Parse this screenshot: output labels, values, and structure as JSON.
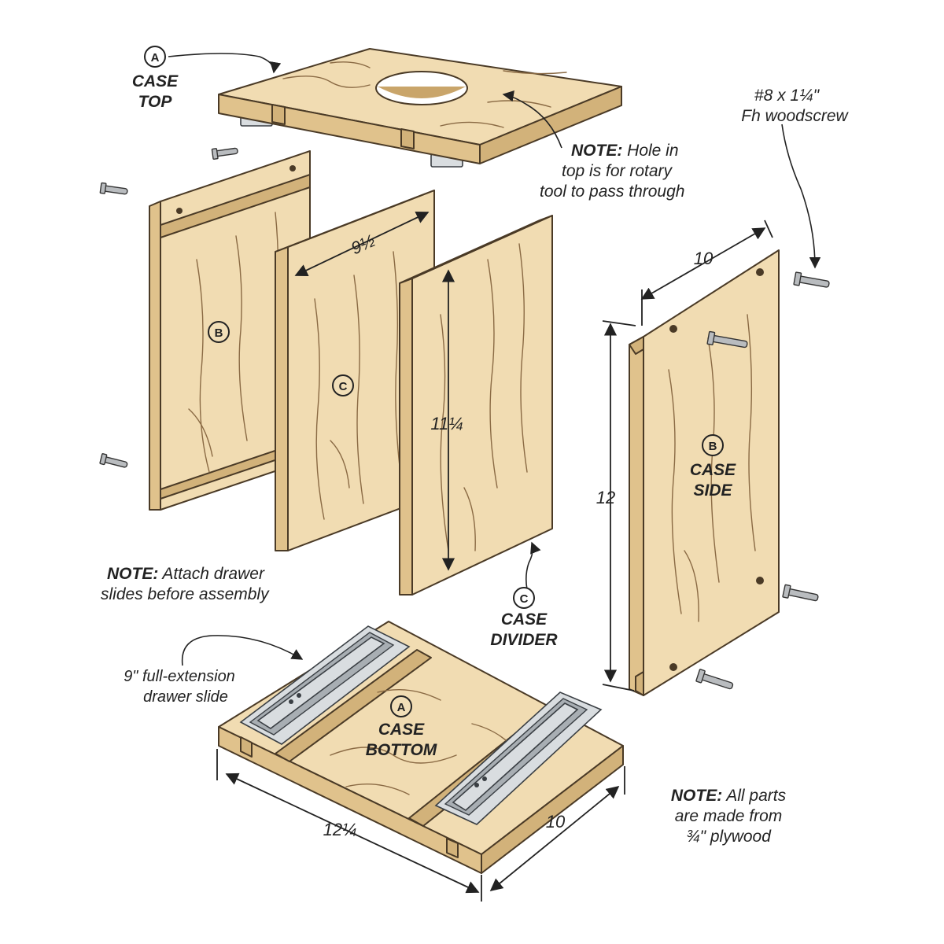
{
  "labels": {
    "case_top": {
      "letter": "A",
      "line1": "CASE",
      "line2": "TOP"
    },
    "case_bottom": {
      "letter": "A",
      "line1": "CASE",
      "line2": "BOTTOM"
    },
    "case_side": {
      "letter": "B",
      "line1": "CASE",
      "line2": "SIDE"
    },
    "case_divider": {
      "letter": "C",
      "line1": "CASE",
      "line2": "DIVIDER"
    },
    "panel_b_letter": "B",
    "panel_c_letter": "C"
  },
  "notes": {
    "hole": {
      "bold": "NOTE:",
      "line1": " Hole in",
      "line2": "top is for rotary",
      "line3": "tool to pass through"
    },
    "slides": {
      "bold": "NOTE:",
      "line1": " Attach drawer",
      "line2": "slides before assembly"
    },
    "parts": {
      "bold": "NOTE:",
      "line1": " All parts",
      "line2": "are made from",
      "line3": "¾\" plywood"
    }
  },
  "callouts": {
    "screw": {
      "line1": "#8 x 1¼\"",
      "line2": "Fh woodscrew"
    },
    "slide": {
      "line1": "9\" full-extension",
      "line2": "drawer slide"
    }
  },
  "dimensions": {
    "divider_width": "9½",
    "divider_height": "11¼",
    "side_width": "10",
    "side_height": "12",
    "bottom_length": "12¼",
    "bottom_depth": "10"
  }
}
